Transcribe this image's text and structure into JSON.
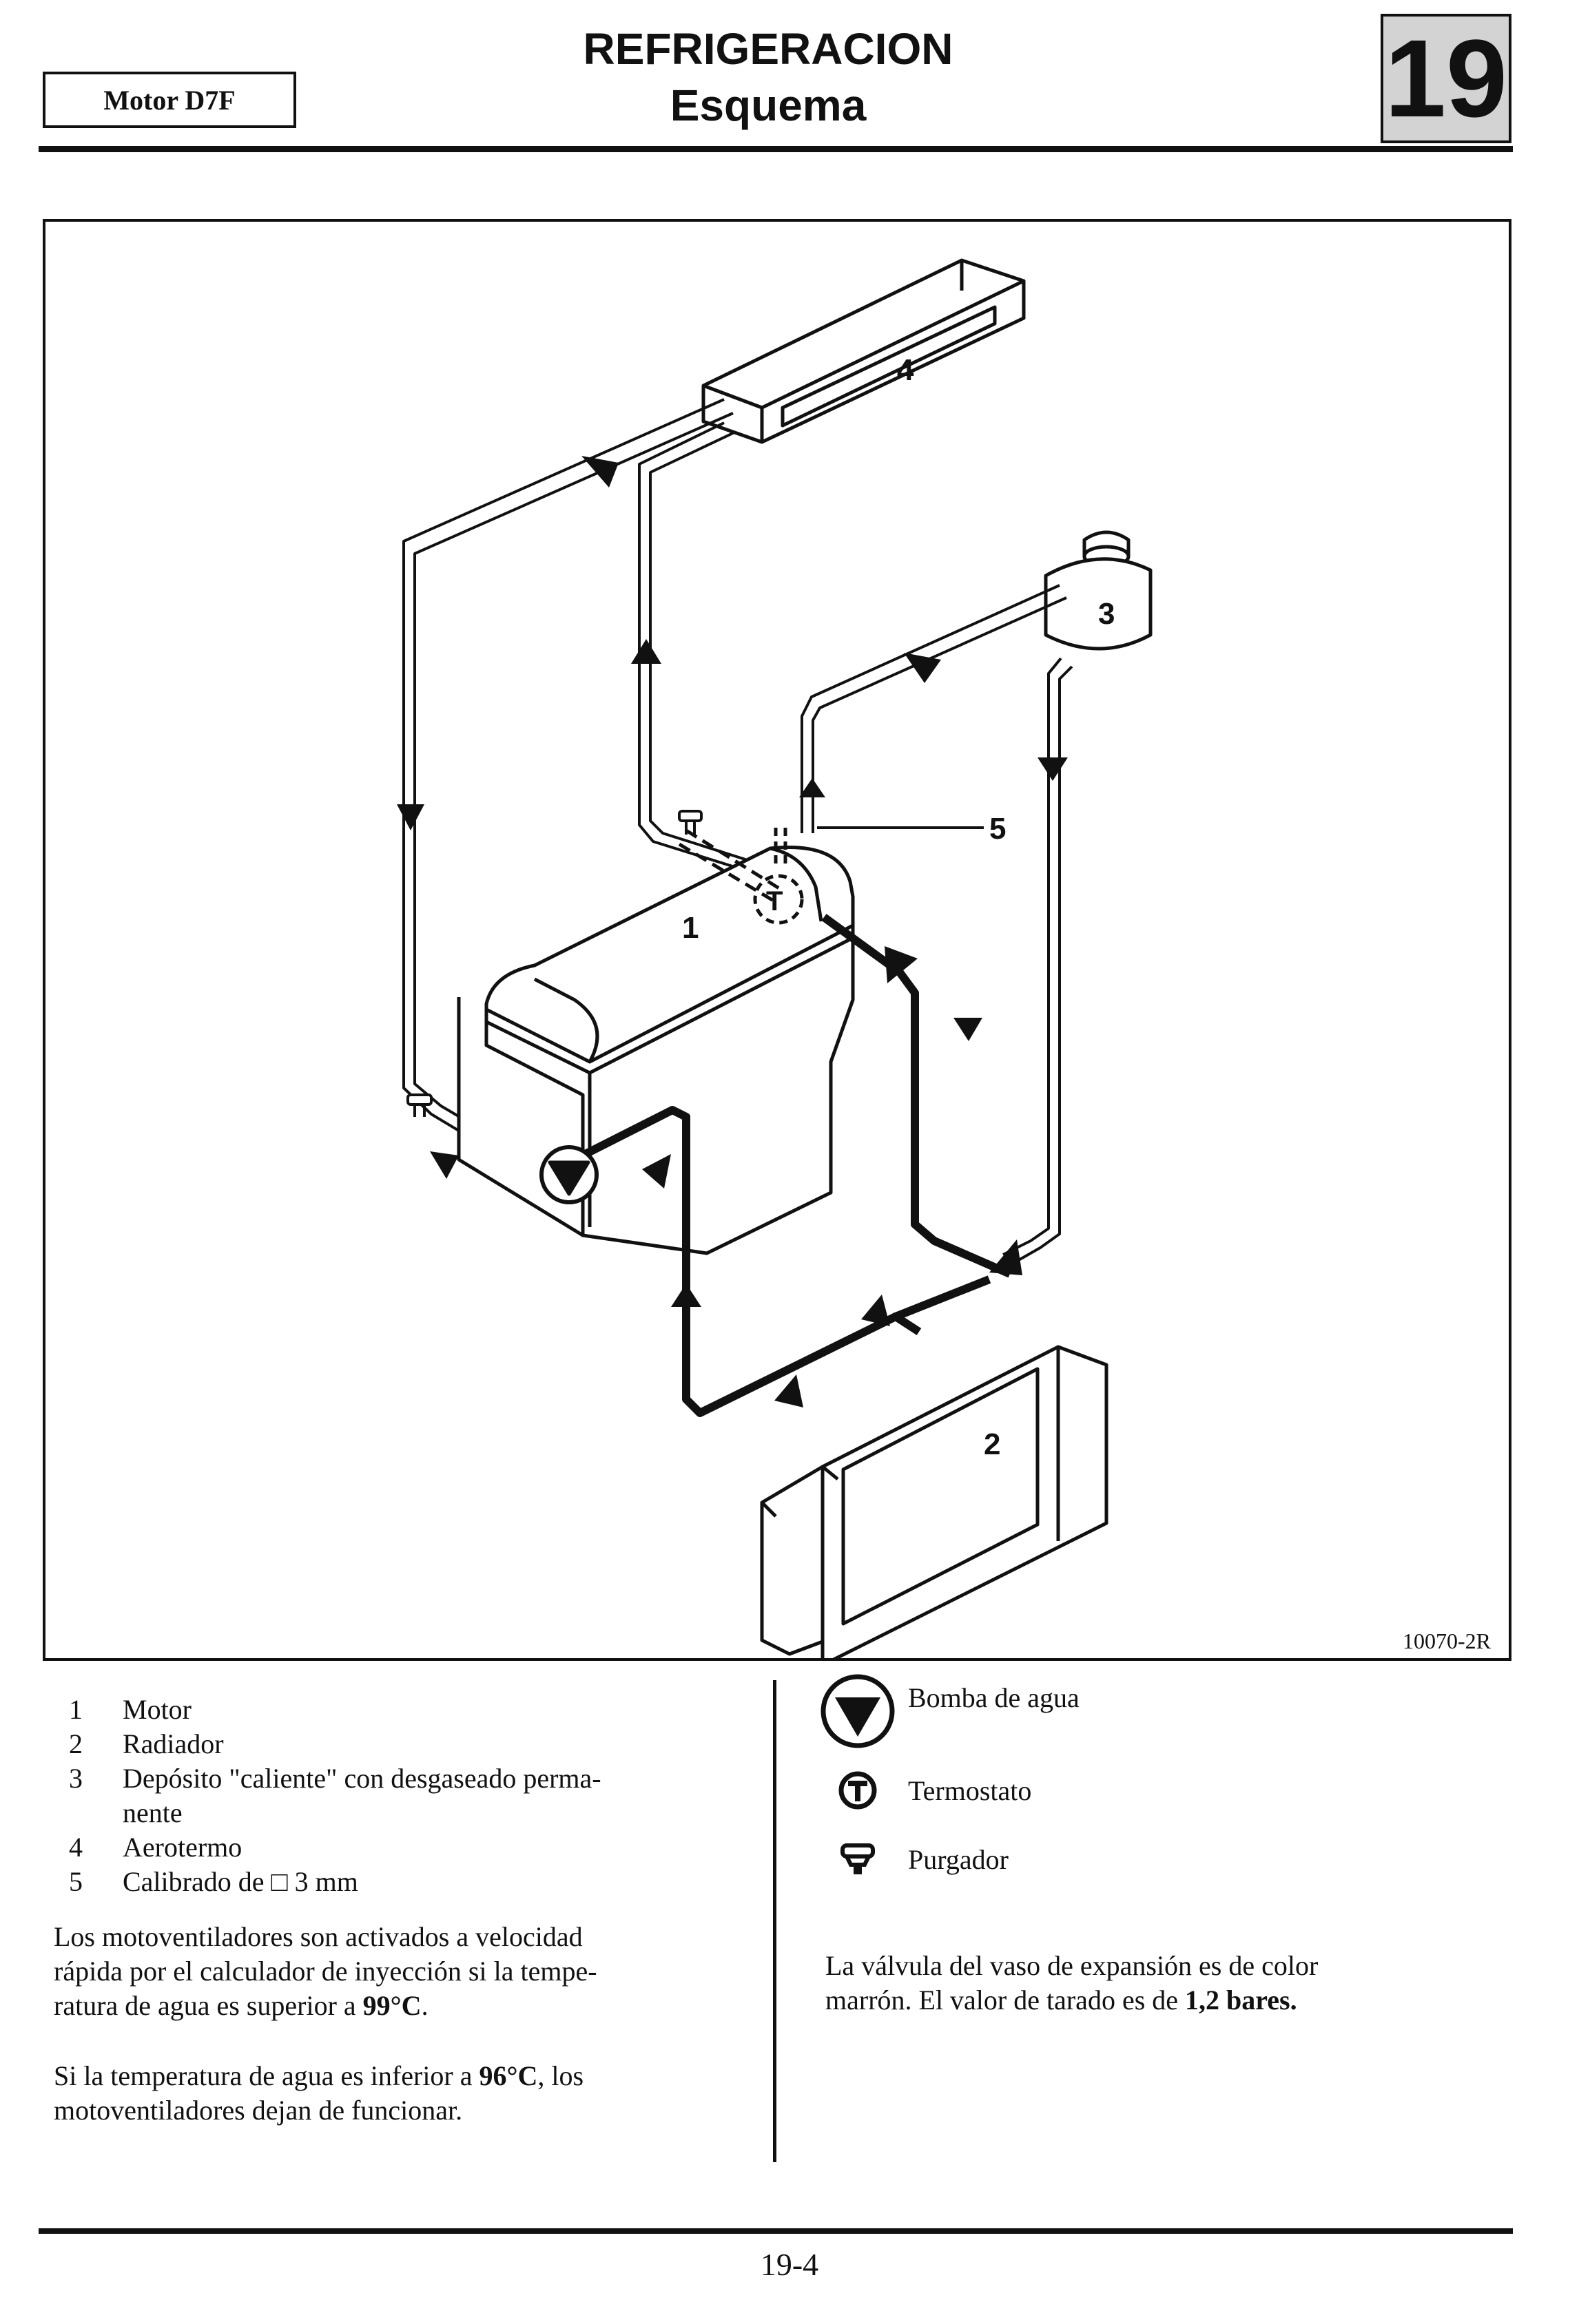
{
  "header": {
    "engine": "Motor D7F",
    "title_line1": "REFRIGERACION",
    "title_line2": "Esquema",
    "chapter": "19"
  },
  "figure": {
    "reference": "10070-2R",
    "callouts": [
      "1",
      "2",
      "3",
      "4",
      "5"
    ],
    "thermostat_letter": "T"
  },
  "legend": [
    {
      "num": "1",
      "text": "Motor"
    },
    {
      "num": "2",
      "text": "Radiador"
    },
    {
      "num": "3",
      "text": "Depósito \"caliente\" con desgaseado perma-"
    },
    {
      "num": "",
      "text": "nente"
    },
    {
      "num": "4",
      "text": "Aerotermo"
    },
    {
      "num": "5",
      "text": "Calibrado de □ 3 mm"
    }
  ],
  "symbols": {
    "pump": "Bomba de agua",
    "thermostat": "Termostato",
    "bleeder": "Purgador"
  },
  "paragraphs": {
    "fans_line1": "Los motoventiladores son activados a velocidad",
    "fans_line2": "rápida por el calculador de inyección si la tempe-",
    "fans_line3_pre": "ratura de agua es superior a ",
    "fans_line3_bold": "99°C",
    "fans_line3_post": ".",
    "temp_line1_pre": "Si la temperatura de agua es inferior a ",
    "temp_line1_bold": "96°C",
    "temp_line1_post": ", los",
    "temp_line2": "motoventiladores dejan de funcionar.",
    "valve_line1": "La válvula del vaso de expansión es de color",
    "valve_line2_pre": "marrón. El valor de tarado es de ",
    "valve_line2_bold": "1,2 bares."
  },
  "footer": {
    "page": "19-4"
  }
}
